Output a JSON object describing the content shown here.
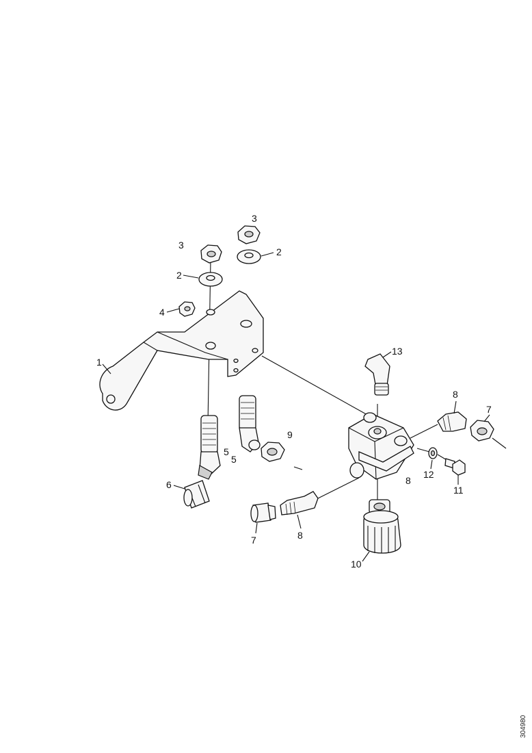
{
  "callouts": {
    "c1": "1",
    "c2a": "2",
    "c2b": "2",
    "c3a": "3",
    "c3b": "3",
    "c4": "4",
    "c5a": "5",
    "c5b": "5",
    "c6": "6",
    "c7a": "7",
    "c7b": "7",
    "c8a": "8",
    "c8b": "8",
    "c8c": "8",
    "c9": "9",
    "c10": "10",
    "c11": "11",
    "c12": "12",
    "c13": "13"
  },
  "reference_code": "304980"
}
